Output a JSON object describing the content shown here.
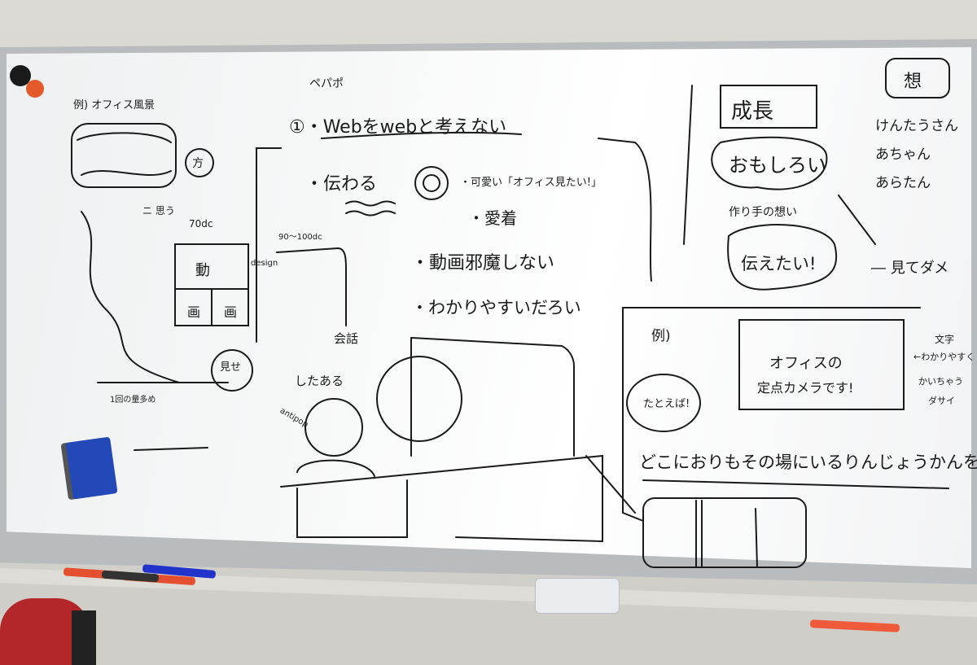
{
  "scene": {
    "board_color": "#f6f7f7",
    "ink_color": "#1a1a1a"
  },
  "left_column": {
    "example_heading": "例) オフィス風景",
    "bubble_label": "方",
    "count_label": "70dc",
    "cell_top": "動",
    "cell_bl": "画",
    "cell_br": "画",
    "bottom_caption": "1回の量多め",
    "small_note": "ニ 思う",
    "circle_word": "見せ"
  },
  "center_column": {
    "page_title": "ペパポ",
    "point1": "①・Webをwebと考えない",
    "bullet_tsutawaru": "・伝わる",
    "bullet_kawaii": "・可愛い「オフィス見たい!」",
    "bullet_aichaku": "・愛着",
    "bullet_douga": "・動画邪魔しない",
    "bullet_wakari": "・わかりやすいだろい",
    "range_label": "90〜100dc",
    "design_label": "design",
    "callout_kaiwa": "会話",
    "callout_shitaaru": "したある",
    "callout_antipop": "antipop"
  },
  "right_column": {
    "box_seichou": "成長",
    "cloud_omoshiroi": "おもしろい",
    "omoi_label": "作り手の想い",
    "bubble_tsutaetai": "伝えたい!",
    "kanji_omoi": "想",
    "name1": "けんたうさん",
    "name2": "あちゃん",
    "name3": "あらたん",
    "arrow_note": "― 見てダメ",
    "example_label": "例)",
    "office_caption_line1": "オフィスの",
    "office_caption_line2": "定点カメラです!",
    "side_note_line1": "文字",
    "side_note_line2": "←わかりやすく",
    "side_note_line3": "かいちゃう",
    "side_note_line4": "ダサイ",
    "bubble_tatoeba": "たとえば!",
    "long_sentence": "どこにおりもその場にいるりんじょうかんを出す!"
  }
}
